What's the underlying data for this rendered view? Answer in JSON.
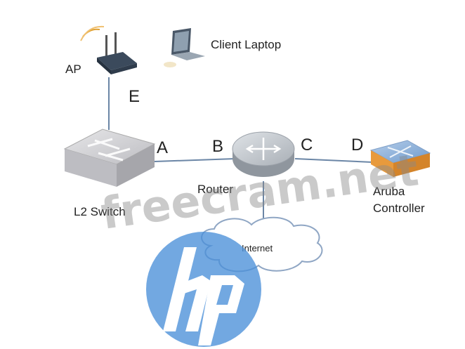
{
  "labels": {
    "ap": "AP",
    "client_laptop": "Client Laptop",
    "l2_switch": "L2 Switch",
    "router": "Router",
    "aruba_controller_line1": "Aruba",
    "aruba_controller_line2": "Controller",
    "internet": "Internet"
  },
  "segments": {
    "a": "A",
    "b": "B",
    "c": "C",
    "d": "D",
    "e": "E"
  },
  "watermark": "freecram.net",
  "logo": {
    "text": "hp",
    "color": "#4a90d9"
  },
  "colors": {
    "link": "#6b86a6",
    "router": "#c4c8cc",
    "switch": "#cfcfd2",
    "controller_top": "#8fb4dc",
    "controller_base": "#e89a3c",
    "cloud_fill": "#ffffff",
    "cloud_stroke": "#8fa6c4"
  },
  "icons": [
    "access-point-icon",
    "laptop-icon",
    "switch-icon",
    "router-icon",
    "controller-icon",
    "cloud-icon",
    "hp-logo"
  ]
}
